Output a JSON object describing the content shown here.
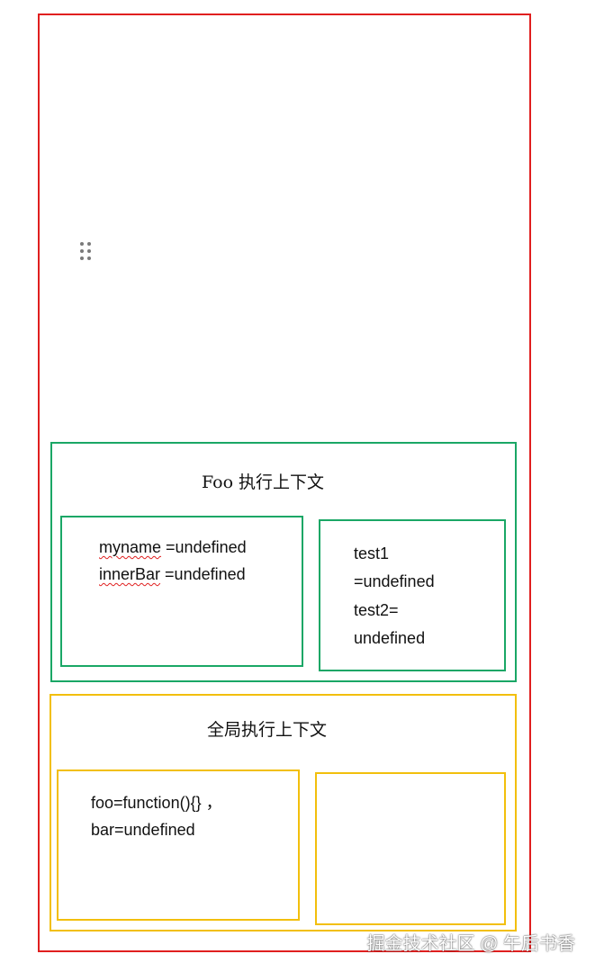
{
  "colors": {
    "outer_border": "#e01f1f",
    "foo_border": "#1aa766",
    "global_border": "#f2bf0c",
    "spellcheck_underline": "#e01f1f"
  },
  "icons": {
    "drag_handle": "drag-handle-icon"
  },
  "foo_context": {
    "title": "Foo 执行上下文",
    "variable_environment": {
      "myname_name": "myname",
      "myname_value": " =undefined",
      "innerbar_name": "innerBar",
      "innerbar_value": " =undefined"
    },
    "lexical_environment": {
      "lines": [
        "test1",
        "=undefined",
        "test2=",
        "undefined"
      ]
    }
  },
  "global_context": {
    "title": "全局执行上下文",
    "variable_environment": {
      "lines": [
        "foo=function(){}  ，",
        "bar=undefined"
      ]
    }
  },
  "watermark": "掘金技术社区 @ 午后书香"
}
